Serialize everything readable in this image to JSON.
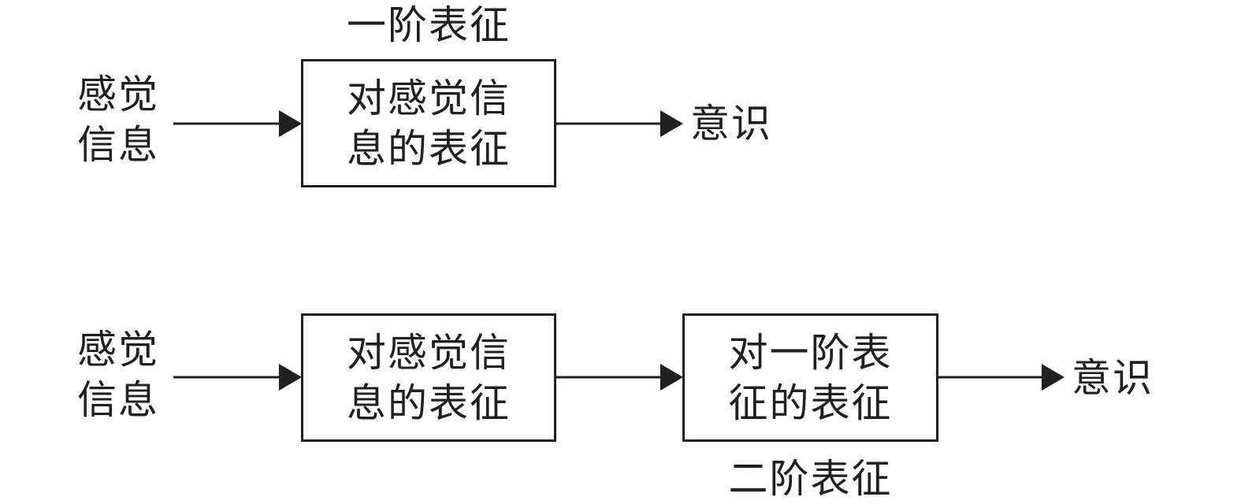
{
  "diagram": {
    "top_row": {
      "title": "一阶表征",
      "input_line1": "感觉",
      "input_line2": "信息",
      "box_line1": "对感觉信",
      "box_line2": "息的表征",
      "output": "意识"
    },
    "bottom_row": {
      "input_line1": "感觉",
      "input_line2": "信息",
      "box1_line1": "对感觉信",
      "box1_line2": "息的表征",
      "box2_line1": "对一阶表",
      "box2_line2": "征的表征",
      "box2_caption": "二阶表征",
      "output": "意识"
    }
  },
  "colors": {
    "ink": "#231f20",
    "background": "#ffffff"
  }
}
